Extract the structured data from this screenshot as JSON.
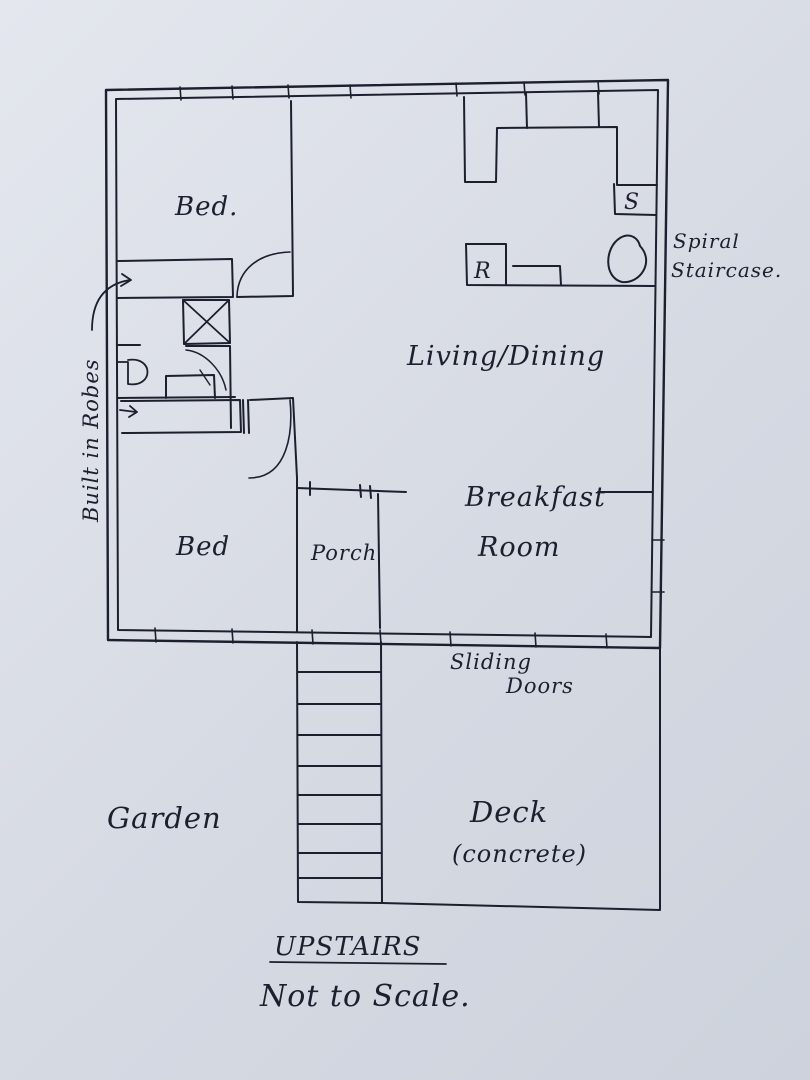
{
  "plan": {
    "rooms": {
      "bed_top": "Bed.",
      "bed_bottom": "Bed",
      "living_dining": "Living/Dining",
      "breakfast": "Breakfast",
      "room": "Room",
      "porch": "Porch",
      "garden": "Garden",
      "deck": "Deck",
      "deck_material": "(concrete)"
    },
    "fixtures": {
      "stove_symbol": "S",
      "fridge_symbol": "R"
    },
    "annotations": {
      "built_in_robes": "Built in Robes",
      "spiral_line1": "Spiral",
      "spiral_line2": "Staircase.",
      "sliding_line1": "Sliding",
      "sliding_line2": "Doors"
    },
    "title": "UPSTAIRS",
    "note": "Not to Scale."
  }
}
